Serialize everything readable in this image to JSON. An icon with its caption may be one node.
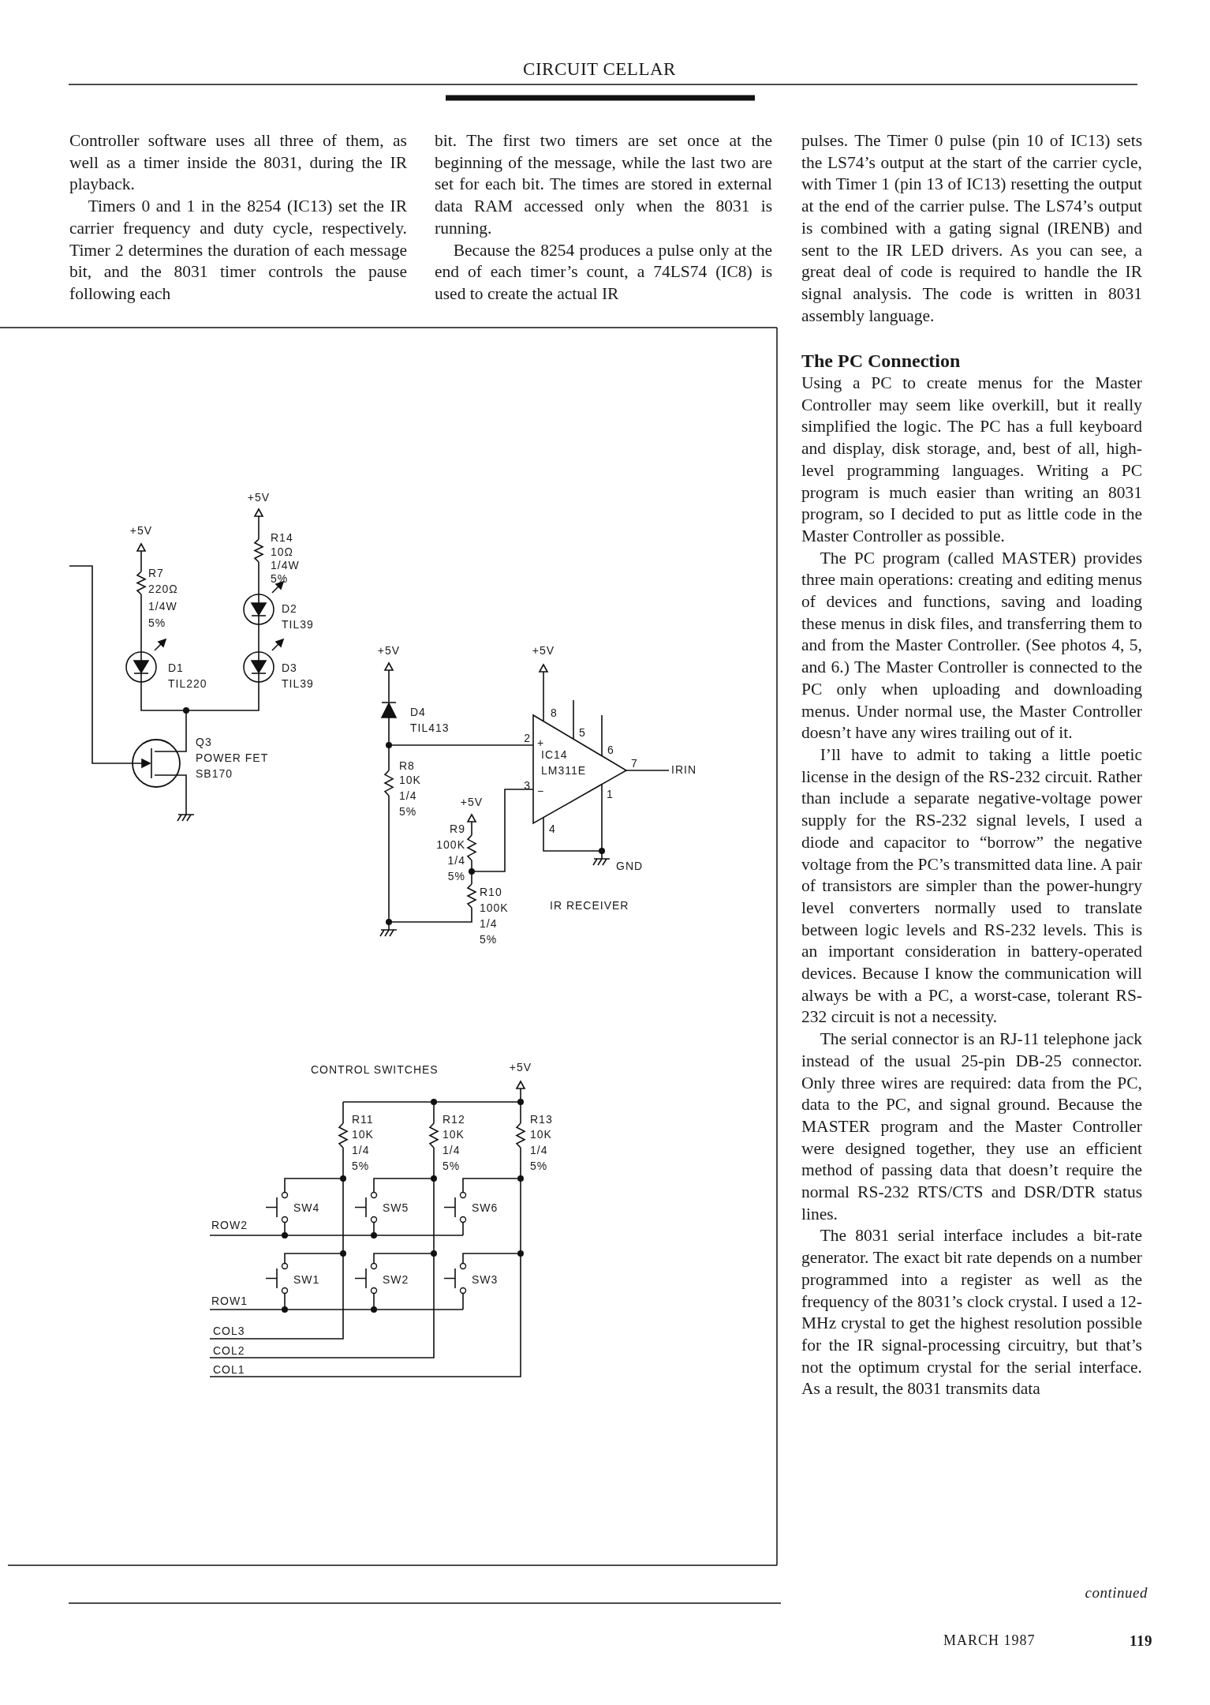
{
  "diagram": {
    "title": "CIRCUIT CELLAR",
    "labels": [
      "Controller software uses all three of them, as well as a timer inside the 8031, during the IR playback.",
      "Timers 0 and 1 in the 8254 (IC13) set the IR carrier frequency and duty cycle, respectively. Timer 2 determines the duration of each message bit, and the 8031 timer controls the pause following each",
      "bit. The first two timers are set once at the beginning of the message, while the last two are set for each bit. The times are stored in external data RAM accessed only when the 8031 is running.",
      "Because the 8254 produces a pulse only at the end of each timer’s count, a 74LS74 (IC8) is used to create the actual IR",
      "pulses. The Timer 0 pulse (pin 10 of IC13) sets the LS74’s output at the start of the carrier cycle, with Timer 1 (pin 13 of IC13) resetting the output at the end of the carrier pulse. The LS74’s output is combined with a gating signal (IRENB) and sent to the IR LED drivers. As you can see, a great deal of code is required to handle the IR signal analysis. The code is written in 8031 assembly language.",
      "The PC Connection",
      "Using a PC to create menus for the Master Controller may seem like overkill, but it really simplified the logic. The PC has a full keyboard and display, disk storage, and, best of all, high-level programming languages. Writing a PC program is much easier than writing an 8031 program, so I decided to put as little code in the Master Controller as possible.",
      "The PC program (called MASTER) provides three main operations: creating and editing menus of devices and functions, saving and loading these menus in disk files, and transferring them to and from the Master Controller. (See photos 4, 5, and 6.) The Master Controller is connected to the PC only when uploading and downloading menus. Under normal use, the Master Controller doesn’t have any wires trailing out of it.",
      "I’ll have to admit to taking a little poetic license in the design of the RS-232 circuit. Rather than include a separate negative-voltage power supply for the RS-232 signal levels, I used a diode and capacitor to “borrow” the negative voltage from the PC’s transmitted data line. A pair of transistors are simpler than the power-hungry level converters normally used to translate between logic levels and RS-232 levels. This is an important consideration in battery-operated devices. Because I know the communication will always be with a PC, a worst-case, tolerant RS-232 circuit is not a necessity.",
      "The serial connector is an RJ-11 telephone jack instead of the usual 25-pin DB-25 connector. Only three wires are required: data from the PC, data to the PC, and signal ground. Because the MASTER program and the Master Controller were designed together, they use an efficient method of passing data that doesn’t require the normal RS-232 RTS/CTS and DSR/DTR status lines.",
      "The 8031 serial interface includes a bit-rate generator. The exact bit rate depends on a number programmed into a register as well as the frequency of the 8031’s clock crystal. I used a 12-MHz crystal to get the highest resolution possible for the IR signal-processing circuitry, but that’s not the optimum crystal for the serial interface. As a result, the 8031 transmits data",
      "continued",
      "+5V",
      "R7",
      "220Ω",
      "1/4W",
      "5%",
      "D1",
      "TIL220",
      "+5V",
      "R14",
      "10Ω",
      "1/4W",
      "5%",
      "D2",
      "TIL39",
      "D3",
      "TIL39",
      "Q3",
      "POWER FET",
      "SB170",
      "+5V",
      "D4",
      "TIL413",
      "R8",
      "10K",
      "1/4",
      "5%",
      "+5V",
      "8",
      "5",
      "6",
      "2",
      "+",
      "IC14",
      "LM311E",
      "7",
      "IRIN",
      "3",
      "−",
      "1",
      "4",
      "+5V",
      "R9",
      "100K",
      "1/4",
      "5%",
      "GND",
      "R10",
      "100K",
      "1/4",
      "5%",
      "IR RECEIVER",
      "CONTROL SWITCHES",
      "+5V",
      "R11",
      "10K",
      "1/4",
      "5%",
      "R12",
      "10K",
      "1/4",
      "5%",
      "R13",
      "10K",
      "1/4",
      "5%",
      "SW4",
      "SW5",
      "SW6",
      "ROW2",
      "SW1",
      "SW2",
      "SW3",
      "ROW1",
      "COL3",
      "COL2",
      "COL1",
      "MARCH 1987",
      "119"
    ]
  }
}
